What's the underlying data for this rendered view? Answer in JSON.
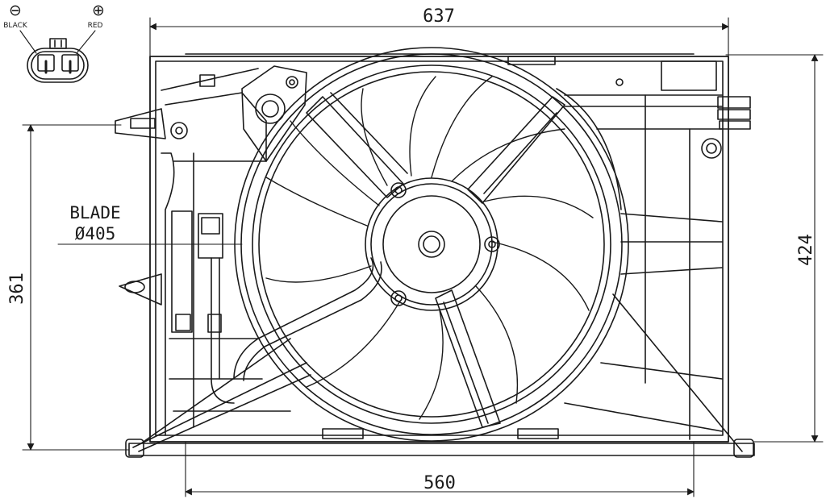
{
  "dimensions": {
    "top_width": "637",
    "bottom_width": "560",
    "left_height": "361",
    "right_height": "424"
  },
  "blade": {
    "label": "BLADE",
    "diameter": "Ø405"
  },
  "connector": {
    "negative_symbol": "⊖",
    "positive_symbol": "⊕",
    "negative_label": "BLACK",
    "positive_label": "RED"
  },
  "colors": {
    "line": "#1a1a1a",
    "background": "#ffffff"
  }
}
